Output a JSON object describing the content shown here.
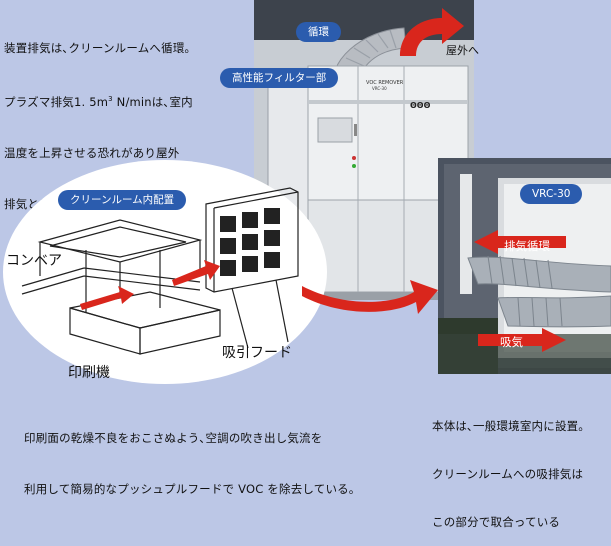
{
  "top_note": {
    "line1": "装置排気は､クリーンルームへ循環｡",
    "line2_prefix": "プラズマ排気1. 5m",
    "line2_sup": "3",
    "line2_suffix": " N/minは､室内",
    "line3": "温度を上昇させる恐れがあり屋外",
    "line4": "排気としている｡"
  },
  "machine": {
    "badge_circulation": "循環",
    "badge_filter": "高性能フィルター部",
    "label_outdoor": "屋外へ",
    "brand_text": "VOC REMOVER",
    "model_small": "VRC-30"
  },
  "cleanroom": {
    "badge": "クリーンルーム内配置",
    "label_conveyor": "コンベア",
    "label_hood": "吸引フード",
    "label_press": "印刷機"
  },
  "inset": {
    "model_badge": "VRC-30",
    "label_exhaust": "排気循環",
    "label_intake": "吸気"
  },
  "bottom_left": {
    "line1": "印刷面の乾燥不良をおこさぬよう､空調の吹き出し気流を",
    "line2": "利用して簡易的なプッシュプルフードで VOC を除去している｡"
  },
  "bottom_right": {
    "line1": "本体は､一般環境室内に設置｡",
    "line2": "クリーンルームへの吸排気は",
    "line3": "この部分で取合っている"
  },
  "colors": {
    "background": "#bcc7e6",
    "badge_blue": "#2b5cae",
    "arrow_red": "#d9261c",
    "photo_dark": "#4b5360"
  }
}
